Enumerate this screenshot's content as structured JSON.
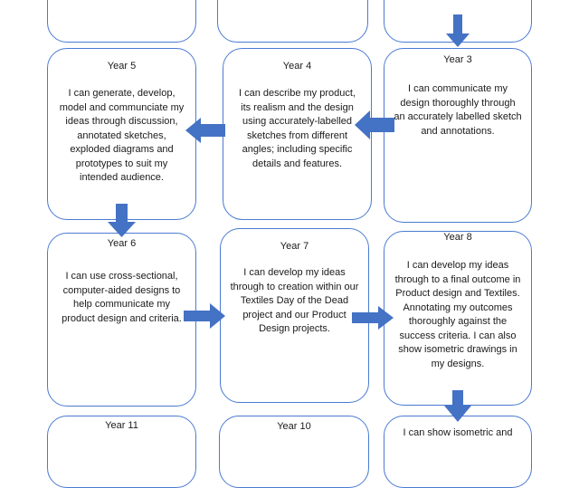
{
  "boxes": [
    {
      "id": "year-5",
      "title": "Year 5",
      "text": "I can generate, develop, model and communciate my ideas through discussion, annotated sketches, exploded diagrams and prototypes to suit my intended audience."
    },
    {
      "id": "year-4",
      "title": "Year 4",
      "text": "I can describe my product, its realism and the design using accurately-labelled sketches from different angles; including specific details and features."
    },
    {
      "id": "year-3",
      "title": "Year 3",
      "text": "I can communicate my design thoroughly through an accurately labelled sketch and annotations."
    },
    {
      "id": "year-6",
      "title": "Year 6",
      "text": "I can use cross-sectional, computer-aided designs to help communicate my product design and criteria."
    },
    {
      "id": "year-7",
      "title": "Year 7",
      "text": "I can develop my ideas through to creation within our Textiles Day of the Dead project and our Product Design projects."
    },
    {
      "id": "year-8",
      "title": "Year 8",
      "text": "I can develop my ideas through to a final outcome in Product design and Textiles. Annotating my outcomes thoroughly against the success criteria. I can also show isometric drawings in my designs."
    },
    {
      "id": "year-11",
      "title": "Year 11",
      "text": ""
    },
    {
      "id": "year-10",
      "title": "Year 10",
      "text": ""
    },
    {
      "id": "year-9",
      "title": "",
      "text": "I can show isometric and"
    }
  ],
  "arrow_color": "#4472c4",
  "border_color": "#4a7bd0"
}
